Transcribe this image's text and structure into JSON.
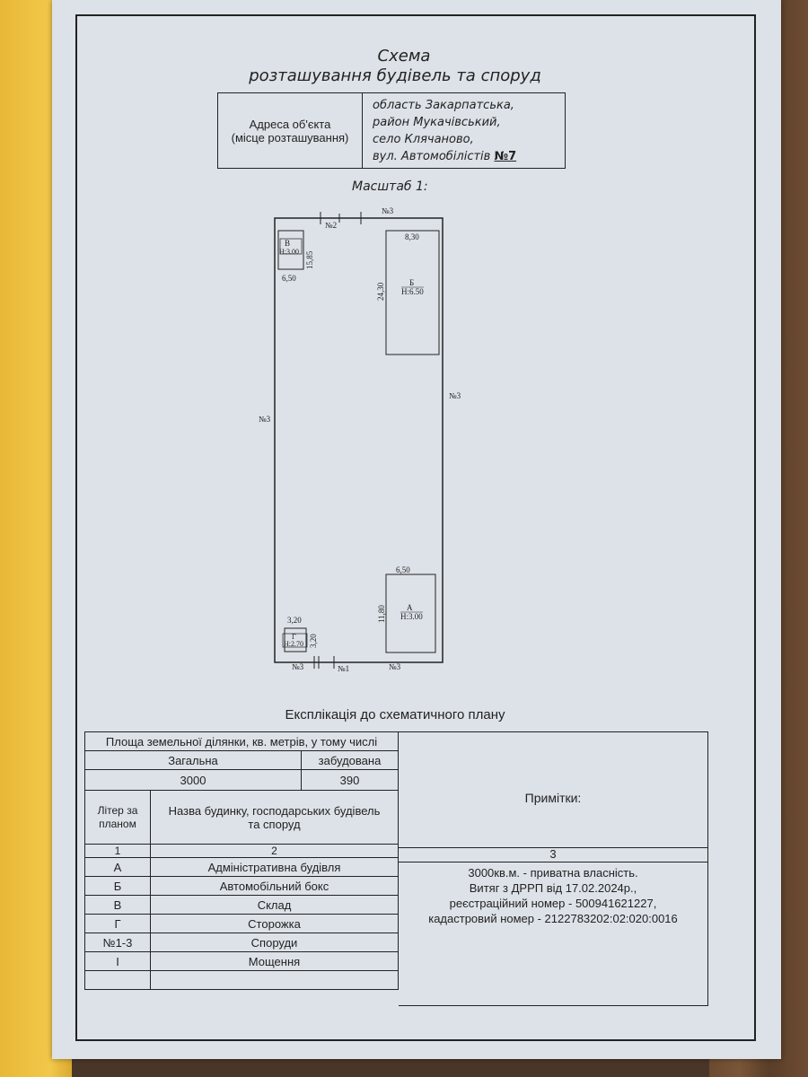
{
  "header": {
    "title_line1": "Схема",
    "title_line2": "розташування будівель та споруд"
  },
  "address": {
    "label_line1": "Адреса об'єкта",
    "label_line2": "(місце розташування)",
    "region": "область Закарпатська,",
    "district": "район Мукачівський,",
    "village": "село Клячаново,",
    "street": "вул. Автомобілістів",
    "number": "№7"
  },
  "scale": {
    "label": "Масштаб 1:"
  },
  "plan": {
    "labels": {
      "top_no2": "№2",
      "top_no3": "№3",
      "left_no3": "№3",
      "right_no3": "№3",
      "bottom_left_no3": "№3",
      "bottom_no1": "№1",
      "bottom_right_no3": "№3"
    },
    "buildings": {
      "v": {
        "letter": "В",
        "height": "Н:3.00",
        "width": "6,50",
        "length": "15,85"
      },
      "b": {
        "letter": "Б",
        "height": "Н:6.50",
        "width": "8,30",
        "length": "24,30"
      },
      "a": {
        "letter": "А",
        "height": "Н:3.00",
        "width": "6,50",
        "length": "11,80"
      },
      "g": {
        "letter": "Г",
        "height": "Н:2.70",
        "width": "3,20",
        "length": "3,20"
      }
    }
  },
  "explication": {
    "title": "Експлікація до схематичного плану",
    "area_header": "Площа земельної ділянки, кв. метрів, у тому числі",
    "total_label": "Загальна",
    "built_label": "забудована",
    "total_value": "3000",
    "built_value": "390",
    "col_letter": "Літер за планом",
    "col_name": "Назва будинку, господарських будівель та споруд",
    "col_num1": "1",
    "col_num2": "2",
    "col_num3": "3",
    "notes_header": "Примітки:",
    "rows": [
      {
        "letter": "А",
        "name": "Адміністративна будівля"
      },
      {
        "letter": "Б",
        "name": "Автомобільний бокс"
      },
      {
        "letter": "В",
        "name": "Склад"
      },
      {
        "letter": "Г",
        "name": "Сторожка"
      },
      {
        "letter": "№1-3",
        "name": "Споруди"
      },
      {
        "letter": "I",
        "name": "Мощення"
      }
    ],
    "notes": {
      "line1": "3000кв.м. - приватна власність.",
      "line2": "Витяг з ДРРП від 17.02.2024р.,",
      "line3": "реєстраційний номер - 500941621227,",
      "line4": "кадастровий номер - 2122783202:02:020:0016"
    }
  }
}
